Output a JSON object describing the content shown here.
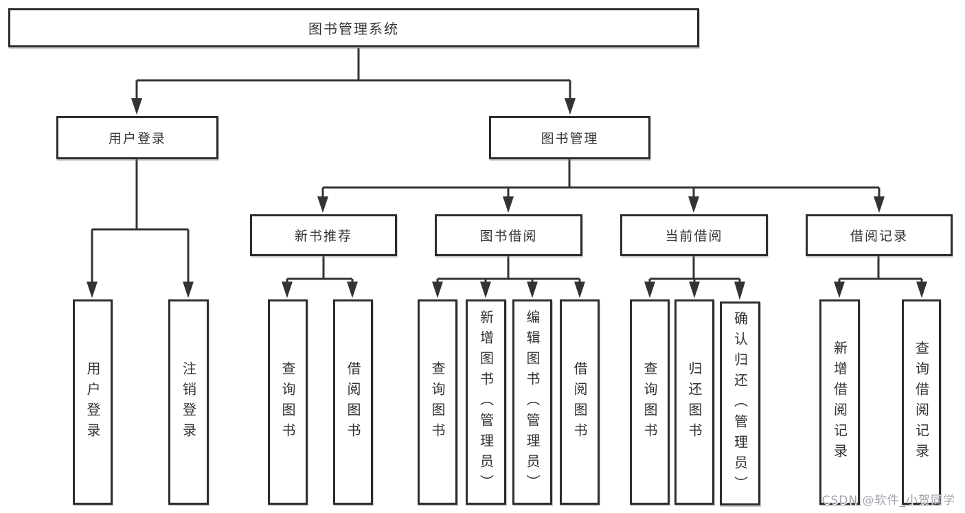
{
  "tree": {
    "root": {
      "label": "图书管理系统"
    },
    "level2": [
      {
        "label": "用户登录"
      },
      {
        "label": "图书管理"
      }
    ],
    "level3": [
      {
        "label": "新书推荐"
      },
      {
        "label": "图书借阅"
      },
      {
        "label": "当前借阅"
      },
      {
        "label": "借阅记录"
      }
    ],
    "leafGroups": [
      {
        "leaves": [
          {
            "label": "用户登录"
          },
          {
            "label": "注销登录"
          }
        ]
      },
      {
        "leaves": [
          {
            "label": "查询图书"
          },
          {
            "label": "借阅图书"
          }
        ]
      },
      {
        "leaves": [
          {
            "label": "查询图书"
          },
          {
            "label": "新增图书（管理员）"
          },
          {
            "label": "编辑图书（管理员）"
          },
          {
            "label": "借阅图书"
          }
        ]
      },
      {
        "leaves": [
          {
            "label": "查询图书"
          },
          {
            "label": "归还图书"
          },
          {
            "label": "确认归还（管理员）"
          }
        ]
      },
      {
        "leaves": [
          {
            "label": "新增借阅记录"
          },
          {
            "label": "查询借阅记录"
          }
        ]
      }
    ]
  },
  "watermark": "CSDN @软件_小贺同学",
  "colors": {
    "line": "#333333",
    "box_border": "#2d2d2d",
    "text": "#333333",
    "watermark": "#a2a3ab",
    "background": "#ffffff"
  }
}
